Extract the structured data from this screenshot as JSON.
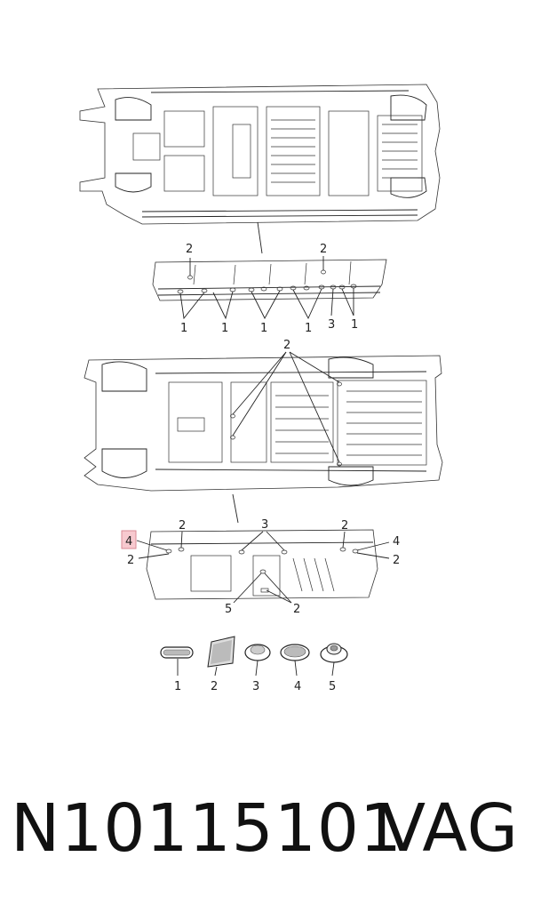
{
  "callouts": {
    "top_detail": [
      "2",
      "2",
      "1",
      "1",
      "1",
      "1",
      "3",
      "1"
    ],
    "mid": [
      "2"
    ],
    "bottom_detail": [
      "4",
      "2",
      "2",
      "3",
      "2",
      "4",
      "2",
      "5",
      "2"
    ],
    "legend": [
      "1",
      "2",
      "3",
      "4",
      "5"
    ]
  },
  "footer": {
    "part_number": "N10115101",
    "brand": "VAG"
  }
}
